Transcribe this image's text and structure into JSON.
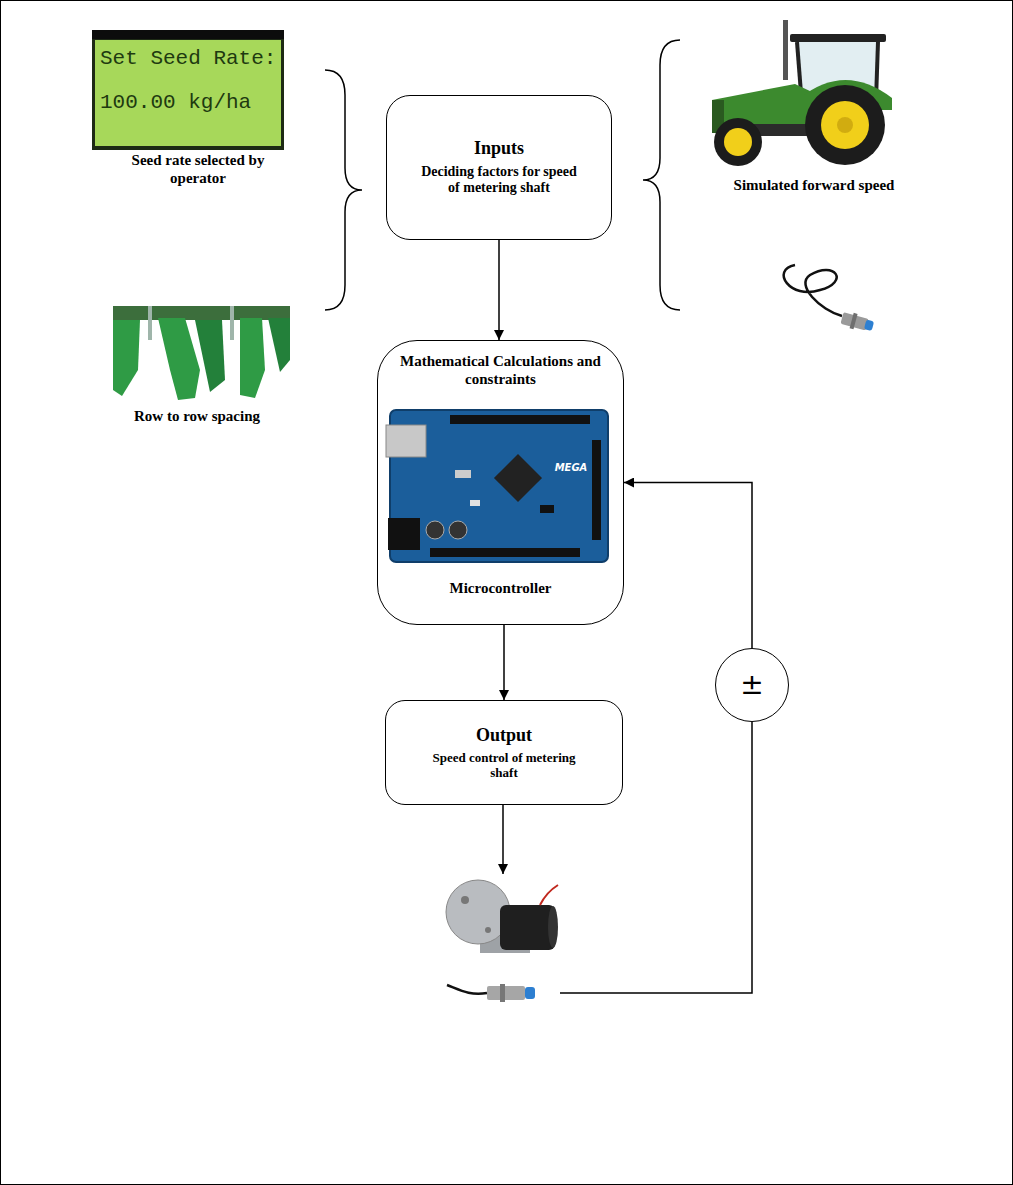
{
  "diagram": {
    "nodes": [
      {
        "text": [
          "Inputs",
          "Deciding factors for speed of metering shaft"
        ]
      },
      {
        "text": [
          "Mathematical Calculations and constraints",
          "Microcontroller"
        ]
      },
      {
        "text": [
          "Output",
          "Speed control of metering shaft"
        ]
      },
      {
        "text": [
          "±"
        ]
      }
    ],
    "edges": [
      {
        "from": 0,
        "to": 1,
        "arrow": "to"
      },
      {
        "from": 1,
        "to": 2,
        "arrow": "to"
      },
      {
        "from": 3,
        "to": 1,
        "arrow": "to"
      }
    ],
    "labels": [
      "Set Seed Rate:",
      "100.00 kg/ha",
      "Seed rate selected by operator",
      "Row to row spacing",
      "Simulated forward speed",
      "MEGA"
    ]
  }
}
